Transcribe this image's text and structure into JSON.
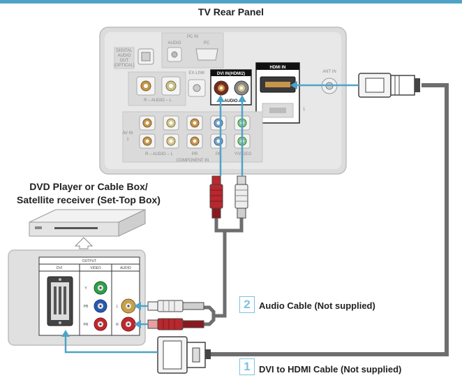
{
  "title": "TV Rear Panel",
  "device_label": {
    "line1": "DVD Player or Cable Box/",
    "line2": "Satellite receiver (Set-Top Box)"
  },
  "cables": [
    {
      "number": "2",
      "label": "Audio Cable (Not supplied)"
    },
    {
      "number": "1",
      "label": "DVI to HDMI Cable (Not supplied)"
    }
  ],
  "tv_panel": {
    "pc_in": "PC IN",
    "audio": "AUDIO",
    "pc": "PC",
    "digital_audio_out": [
      "DIGITAL",
      "AUDIO",
      "OUT",
      "(OPTICAL)"
    ],
    "ex_link": "EX-LINK",
    "dvi_in": "DVI IN(HDMI2)",
    "audio_lr": "– AUDIO –",
    "hdmi_in": "HDMI IN",
    "hdmi_port_num": "1",
    "ant_in": "ANT IN",
    "av_in": "AV IN",
    "av_num": "1",
    "component_in": "COMPONENT IN",
    "comp_bottom": [
      "R – AUDIO – L",
      "PR",
      "PB",
      "Y/VIDEO"
    ]
  },
  "stb_panel": {
    "output": "OUTPUT",
    "dvi": "DVI",
    "video": "VIDEO",
    "audio": "AUDIO",
    "y": "Y",
    "pb": "PB",
    "pr": "PR",
    "l": "L",
    "r": "R"
  },
  "colors": {
    "accent": "#4fa3c7",
    "cable_gray": "#6e6e6e",
    "panel": "#e2e2e2",
    "red_plug": "#b8282e"
  }
}
